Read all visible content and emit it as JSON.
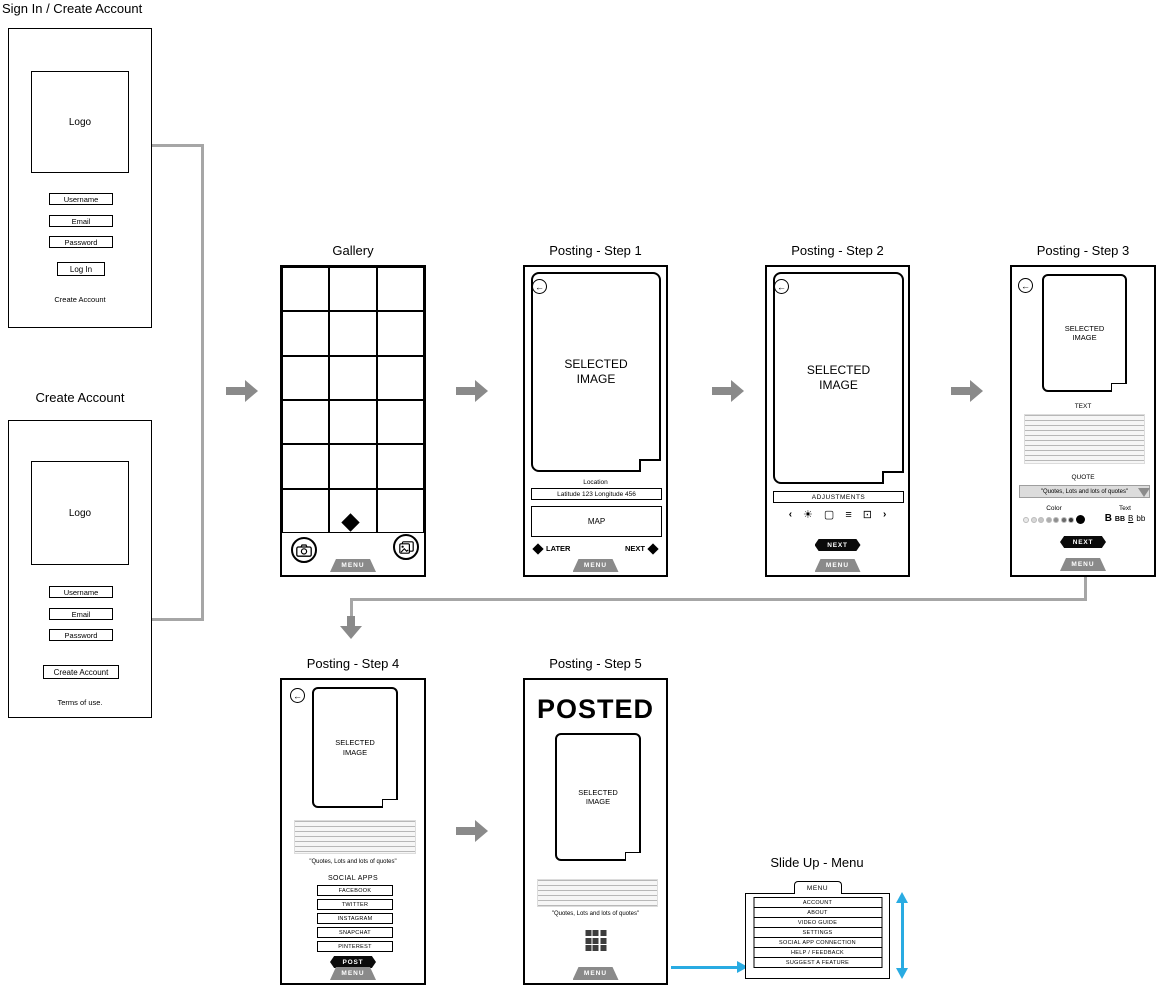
{
  "colors": {
    "accent_blue": "#29abe2",
    "arrow_gray": "#8a8a8a",
    "line_gray": "#a6a6a6"
  },
  "icons": {
    "back": "←",
    "chevron_left": "‹",
    "chevron_right": "›",
    "brightness": "☀",
    "crop": "▢",
    "sliders": "≡",
    "focus": "⊡"
  },
  "titles": {
    "sign_in": "Sign In / Create Account",
    "create_account": "Create Account",
    "gallery": "Gallery",
    "step1": "Posting - Step 1",
    "step2": "Posting - Step 2",
    "step3": "Posting - Step 3",
    "step4": "Posting - Step 4",
    "step5": "Posting - Step 5",
    "slide_menu": "Slide Up - Menu"
  },
  "sign_in": {
    "logo": "Logo",
    "fields": [
      "Username",
      "Email",
      "Password"
    ],
    "login_button": "Log In",
    "create_account_link": "Create Account"
  },
  "create_account": {
    "logo": "Logo",
    "fields": [
      "Username",
      "Email",
      "Password"
    ],
    "create_button": "Create Account",
    "terms": "Terms of use."
  },
  "gallery": {
    "menu_label": "MENU"
  },
  "step1": {
    "selected_image": "SELECTED IMAGE",
    "location_label": "Location",
    "location_value": "Latitude 123 Longitude 456",
    "map_label": "MAP",
    "later_label": "LATER",
    "next_label": "NEXT",
    "menu_label": "MENU"
  },
  "step2": {
    "selected_image": "SELECTED IMAGE",
    "adjustments_label": "ADJUSTMENTS",
    "next_label": "NEXT",
    "menu_label": "MENU"
  },
  "step3": {
    "selected_image": "SELECTED IMAGE",
    "text_label": "TEXT",
    "quote_label": "QUOTE",
    "quote_value": "\"Quotes, Lots and lots of quotes\"",
    "color_label": "Color",
    "text_options_label": "Text",
    "palette": [
      "#e9e9e9",
      "#d8d8d8",
      "#c6c6c6",
      "#adadad",
      "#8f8f8f",
      "#6b6b6b",
      "#3a3a3a",
      "#000000"
    ],
    "text_options": [
      "B",
      "BB",
      "B",
      "bb"
    ],
    "next_label": "NEXT",
    "menu_label": "MENU"
  },
  "step4": {
    "selected_image": "SELECTED IMAGE",
    "quote_value": "\"Quotes, Lots and lots of quotes\"",
    "social_label": "SOCIAL APPS",
    "social_apps": [
      "FACEBOOK",
      "TWITTER",
      "INSTAGRAM",
      "SNAPCHAT",
      "PINTEREST"
    ],
    "post_label": "POST",
    "menu_label": "MENU"
  },
  "step5": {
    "posted_label": "POSTED",
    "selected_image": "SELECTED IMAGE",
    "quote_value": "\"Quotes, Lots and lots of quotes\"",
    "menu_label": "MENU"
  },
  "slide_menu": {
    "menu_label": "MENU",
    "items": [
      "ACCOUNT",
      "ABOUT",
      "VIDEO GUIDE",
      "SETTINGS",
      "SOCIAL APP CONNECTION",
      "HELP / FEEDBACK",
      "SUGGEST A FEATURE"
    ]
  }
}
